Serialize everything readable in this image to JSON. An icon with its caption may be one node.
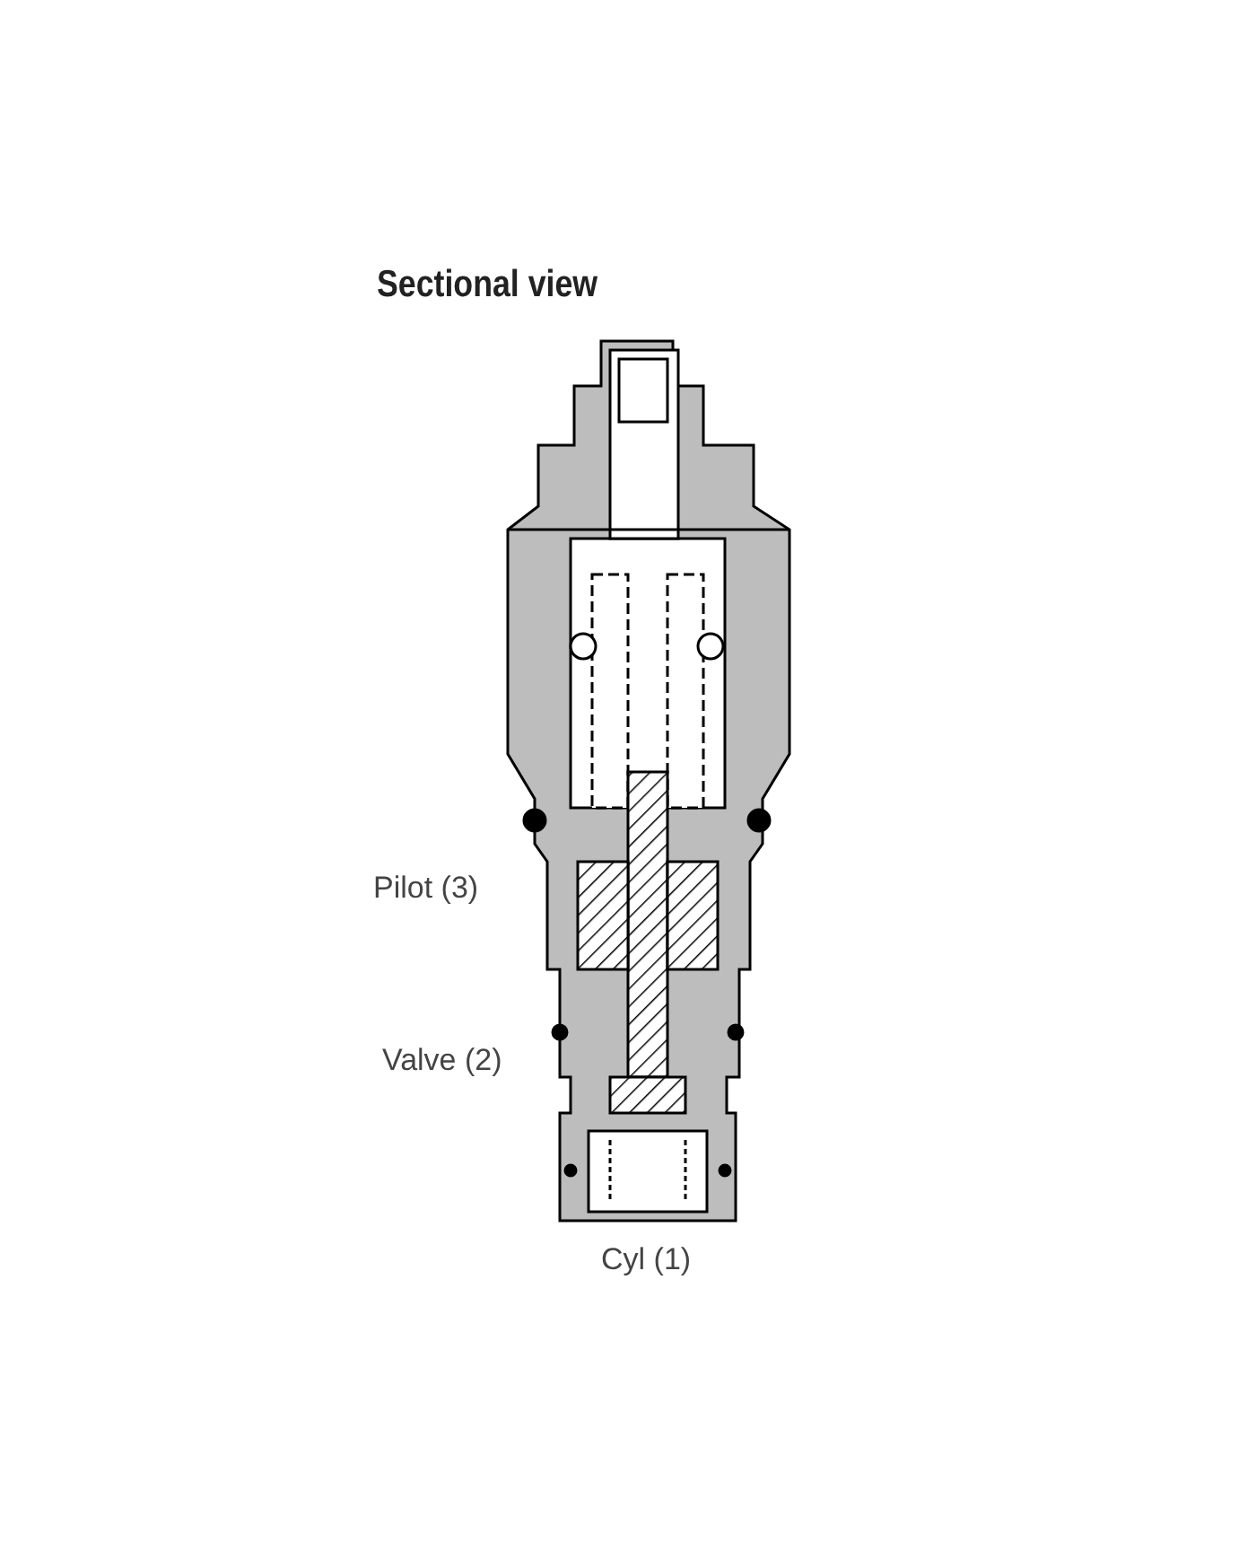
{
  "diagram": {
    "title": "Sectional view",
    "labels": [
      "Pilot (3)",
      "Valve (2)",
      "Cyl (1)"
    ]
  }
}
